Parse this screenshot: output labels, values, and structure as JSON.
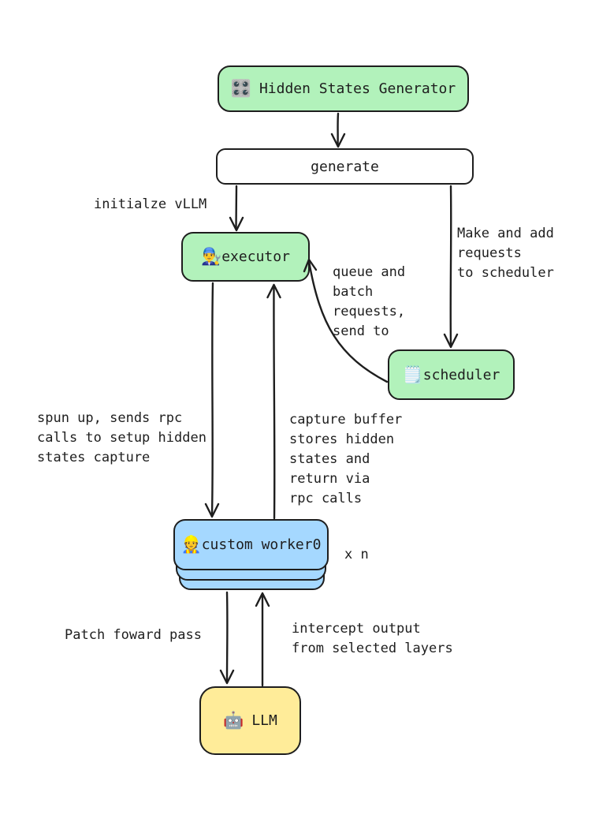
{
  "colors": {
    "node_green": "#b2f2bb",
    "node_blue": "#a5d8ff",
    "node_yellow": "#ffec99",
    "node_white": "#ffffff",
    "stroke": "#1e1e1e",
    "background": "#ffffff"
  },
  "nodes": {
    "hsg": {
      "emoji": "🎛️",
      "label": "Hidden States Generator"
    },
    "generate": {
      "label": "generate"
    },
    "executor": {
      "emoji": "👨‍🔧",
      "label": "executor"
    },
    "scheduler": {
      "emoji": "🗒️",
      "label": "scheduler"
    },
    "worker": {
      "emoji": "👷",
      "label": "custom worker0",
      "multiplier": "x n"
    },
    "llm": {
      "emoji": "🤖",
      "label": "LLM"
    }
  },
  "annotations": {
    "initialize_vllm": "initialze vLLM",
    "make_add_requests": "Make and add\nrequests\nto scheduler",
    "queue_batch": "queue and\nbatch\nrequests,\nsend to",
    "spun_up": "spun up, sends rpc\ncalls to setup hidden\nstates capture",
    "capture_buffer": "capture buffer\nstores hidden\nstates and\nreturn via\nrpc calls",
    "patch_forward": "Patch foward pass",
    "intercept_output": "intercept output\nfrom selected layers"
  }
}
